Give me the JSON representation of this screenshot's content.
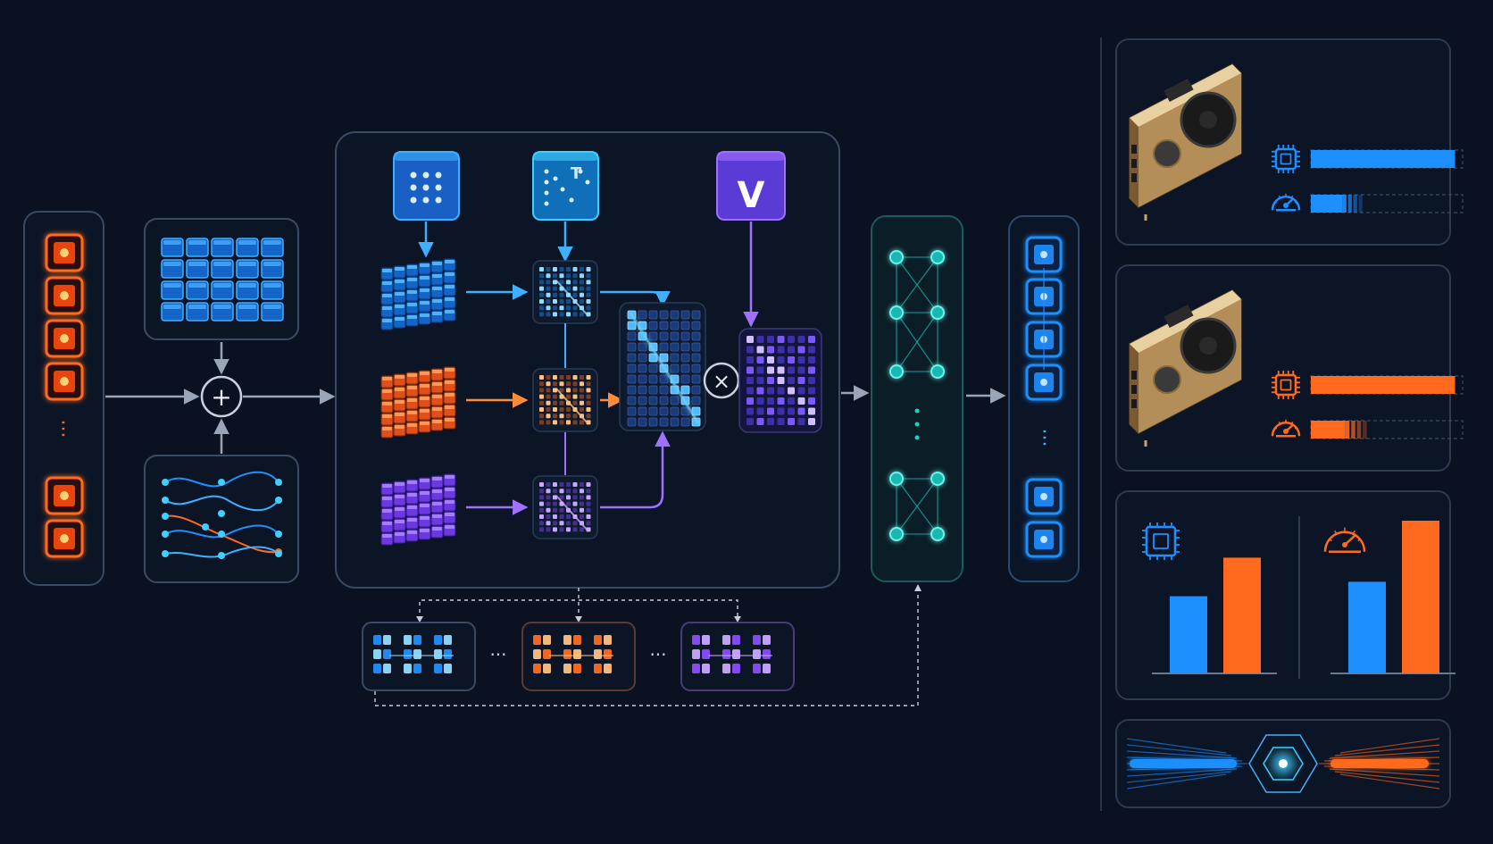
{
  "diagram": {
    "theme": {
      "background": "#0a1120",
      "panel_stroke": "#3a4a63",
      "panel_fill": "#0c1526",
      "blue": "#1e8fff",
      "blue_light": "#3fb0ff",
      "orange": "#ff6a1f",
      "orange_light": "#ff8c3a",
      "purple": "#8a4dff",
      "purple_light": "#a070ff",
      "teal": "#18d0c8",
      "arrow": "#9aa6b8",
      "card_gold": "#c9a36b"
    },
    "matrix_labels": {
      "query": "",
      "key": "T",
      "value": "V"
    },
    "ellipsis": "···",
    "operators": {
      "add": "+",
      "multiply": "×"
    },
    "panels": {
      "input_tokens": "icon: stacked orange token squares",
      "embedding": "icon: blue grid embedding",
      "position": "icon: wave position encoding",
      "attention_block": "Q K V attention",
      "ffn": "icon: teal feed-forward network",
      "output_tokens": "icon: blue token squares",
      "gpu_cards": "icon: gpu",
      "bar_charts": "icon: chip and gauge",
      "circuit": "icon: circuit banner"
    },
    "gpu_metrics": [
      {
        "color": "blue",
        "memory_fill": 0.95,
        "speed_fill": 0.35
      },
      {
        "color": "orange",
        "memory_fill": 0.95,
        "speed_fill": 0.38
      }
    ],
    "comparison_charts": [
      {
        "icon": "chip-icon",
        "values": [
          0.48,
          0.72
        ],
        "colors": [
          "blue",
          "orange"
        ]
      },
      {
        "icon": "gauge-icon",
        "values": [
          0.57,
          0.95
        ],
        "colors": [
          "blue",
          "orange"
        ]
      }
    ]
  }
}
